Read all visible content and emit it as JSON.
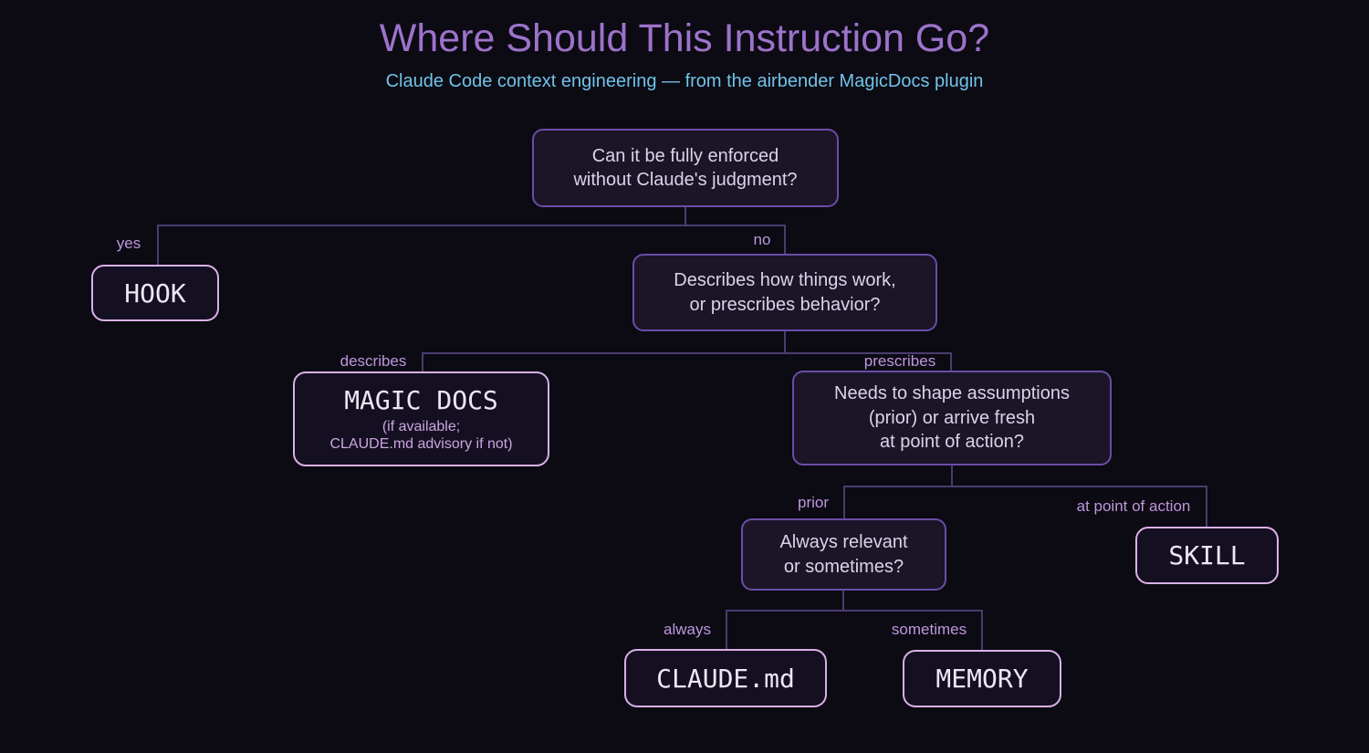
{
  "header": {
    "title": "Where Should This Instruction Go?",
    "subtitle": "Claude Code context engineering — from the airbender MagicDocs plugin"
  },
  "colors": {
    "background": "#0c0a13",
    "title": "#9c73cb",
    "subtitle": "#70c4e8",
    "decision_border": "#6a4da6",
    "decision_bg": "#1b1527",
    "decision_text": "#d9d4e9",
    "leaf_border": "#dcb0e8",
    "leaf_bg": "#141021",
    "leaf_text": "#ece7f3",
    "connector_line": "#4b3c70",
    "branch_label": "#bf97dd"
  },
  "tree": {
    "root": {
      "question": [
        "Can it be fully enforced",
        "without Claude's judgment?"
      ]
    },
    "branch_yes": {
      "label": "yes",
      "leaf": "HOOK"
    },
    "branch_no": {
      "label": "no",
      "question": [
        "Describes how things work,",
        "or prescribes behavior?"
      ]
    },
    "branch_describes": {
      "label": "describes",
      "leaf": "MAGIC DOCS",
      "leaf_caption": [
        "(if available;",
        "CLAUDE.md advisory if not)"
      ]
    },
    "branch_prescribes": {
      "label": "prescribes",
      "question": [
        "Needs to shape assumptions",
        "(prior) or arrive fresh",
        "at point of action?"
      ]
    },
    "branch_prior": {
      "label": "prior",
      "question": [
        "Always relevant",
        "or sometimes?"
      ]
    },
    "branch_at_point_of_action": {
      "label": "at point of action",
      "leaf": "SKILL"
    },
    "branch_always": {
      "label": "always",
      "leaf": "CLAUDE.md"
    },
    "branch_sometimes": {
      "label": "sometimes",
      "leaf": "MEMORY"
    }
  }
}
